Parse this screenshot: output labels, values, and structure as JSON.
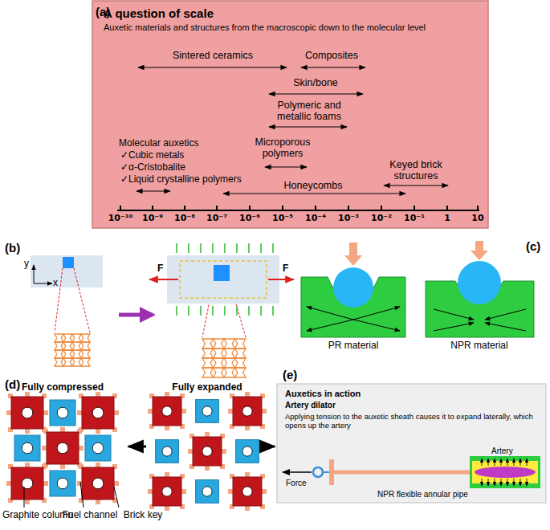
{
  "diagram": {
    "nodes": [
      {
        "text": [
          "A question of scale",
          "Auxetic materials and structures from the macroscopic down to the molecular level"
        ]
      },
      {
        "text": [
          "Auxetics in action",
          "Artery dilator",
          "Applying tension to the auxetic sheath causes it to expand laterally, which opens up the artery"
        ]
      }
    ],
    "labels": [
      "(a)",
      "Sintered ceramics",
      "Composites",
      "Skin/bone",
      "Polymeric and metallic foams",
      "Microporous polymers",
      "Molecular auxetics",
      "✓Cubic metals",
      "✓α-Cristobalite",
      "✓Liquid crystalline polymers",
      "Honeycombs",
      "Keyed brick structures",
      "10⁻¹⁰",
      "10⁻⁹",
      "10⁻⁸",
      "10⁻⁷",
      "10⁻⁶",
      "10⁻⁵",
      "10⁻⁴",
      "10⁻³",
      "10⁻²",
      "10⁻¹",
      "1",
      "10",
      "(b)",
      "y",
      "x",
      "F",
      "F",
      "(c)",
      "PR material",
      "NPR material",
      "(d)",
      "Fully compressed",
      "Fully expanded",
      "Graphite column",
      "Fuel channel",
      "Brick key",
      "(e)",
      "Force",
      "Artery",
      "NPR flexible annular pipe"
    ]
  }
}
